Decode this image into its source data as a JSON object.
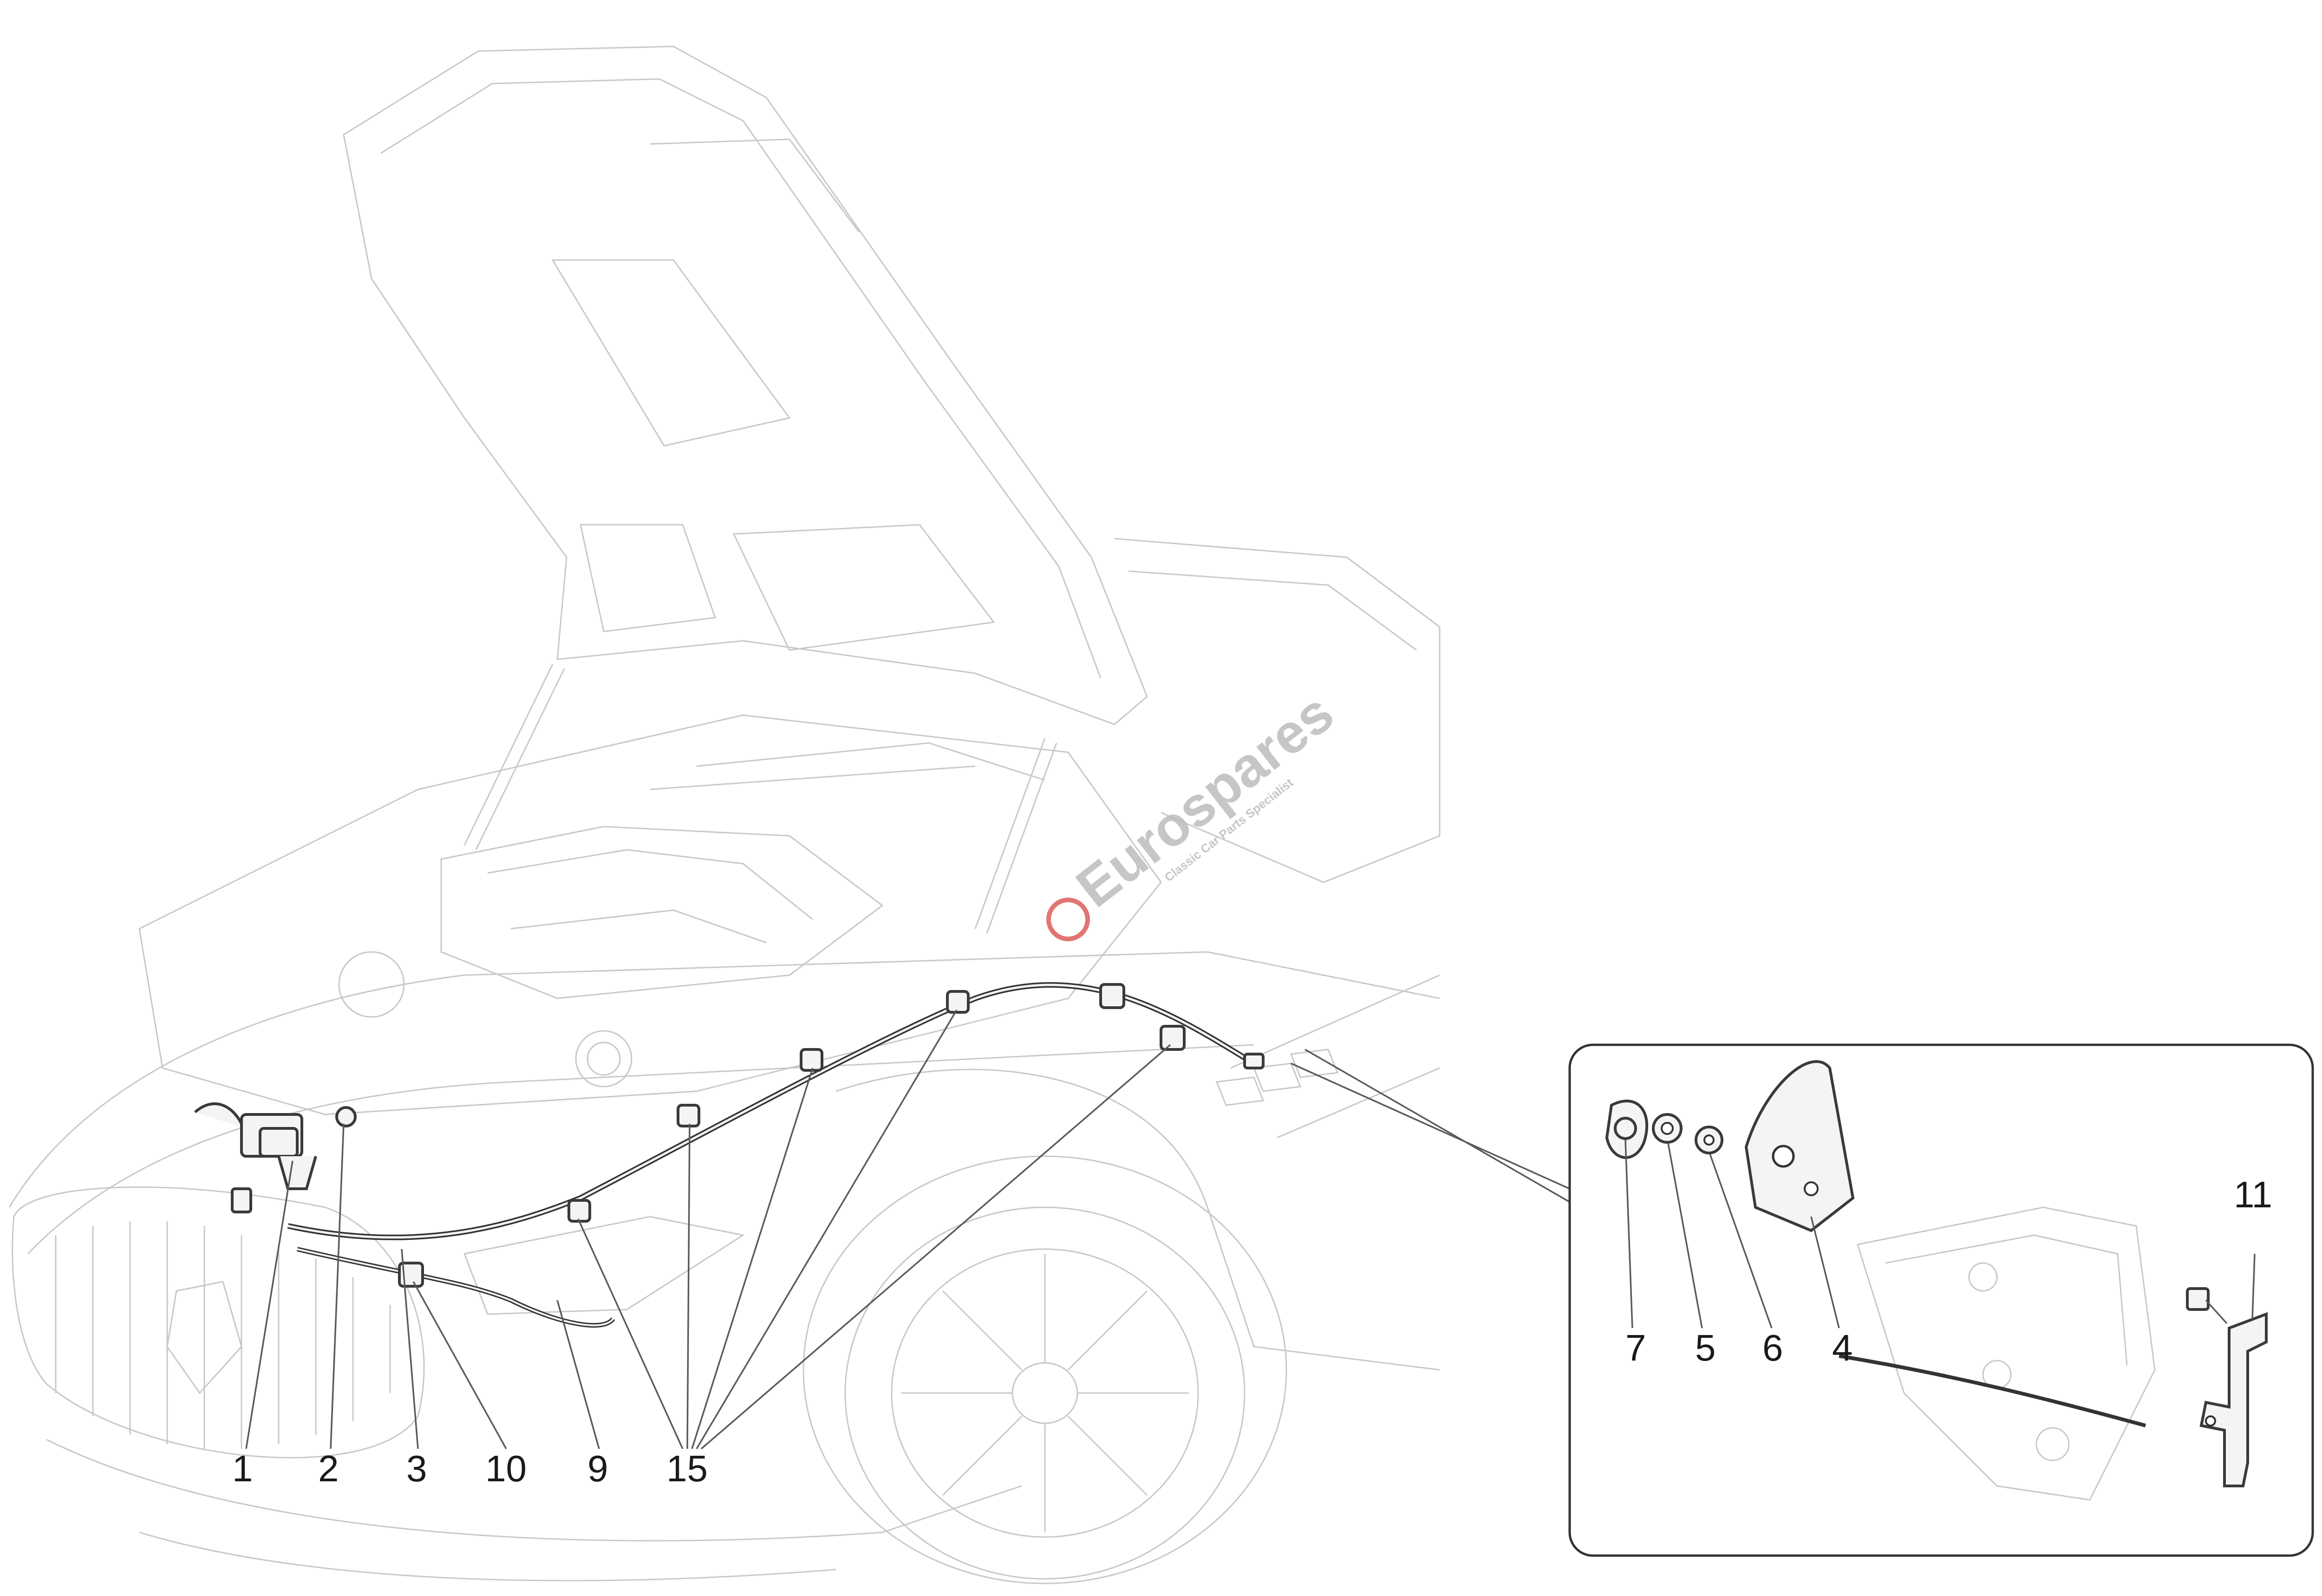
{
  "callouts": {
    "main": [
      "1",
      "2",
      "3",
      "10",
      "9",
      "15"
    ],
    "inset": [
      "7",
      "5",
      "6",
      "4",
      "11"
    ]
  },
  "watermark": {
    "brand": "Eurospares",
    "tagline": "Classic Car Parts Specialist",
    "color": "#d9534f"
  }
}
